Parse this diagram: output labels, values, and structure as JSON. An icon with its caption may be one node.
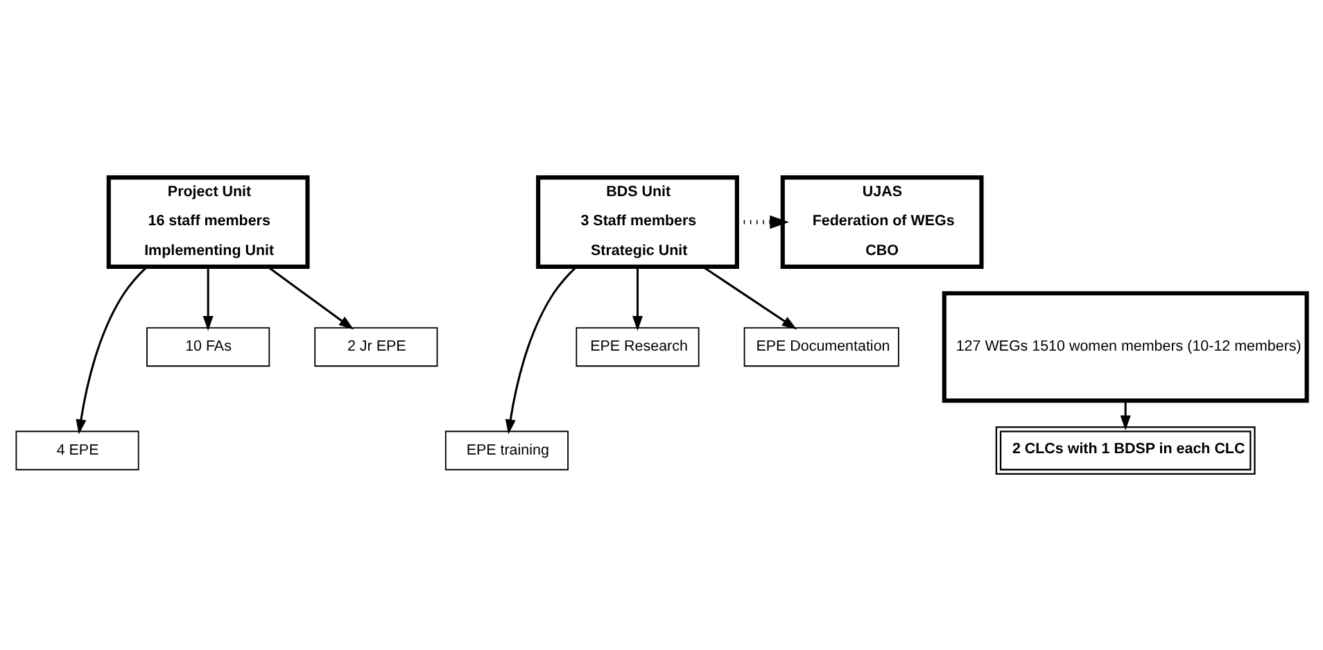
{
  "diagram": {
    "nodes": [
      {
        "text": [
          "Project Unit",
          "16 staff members",
          "Implementing Unit"
        ]
      },
      {
        "text": [
          "BDS Unit",
          "3 Staff members",
          "Strategic Unit"
        ]
      },
      {
        "text": [
          "UJAS",
          "Federation of WEGs",
          "CBO"
        ]
      },
      {
        "text": [
          "4 EPE"
        ]
      },
      {
        "text": [
          "10 FAs"
        ]
      },
      {
        "text": [
          "2 Jr EPE"
        ]
      },
      {
        "text": [
          "EPE training"
        ]
      },
      {
        "text": [
          "EPE Research"
        ]
      },
      {
        "text": [
          "EPE Documentation"
        ]
      },
      {
        "text": [
          "2 CLCs with 1 BDSP in each CLC"
        ]
      },
      {
        "text": [
          "127 WEGs 1510 women members (10-12 members)"
        ]
      }
    ],
    "edges": [
      {
        "from": 1,
        "to": 2,
        "arrow": "to",
        "style": "dashed"
      },
      {
        "from": 0,
        "to": 3,
        "arrow": "to"
      },
      {
        "from": 0,
        "to": 4,
        "arrow": "to"
      },
      {
        "from": 0,
        "to": 5,
        "arrow": "to"
      },
      {
        "from": 1,
        "to": 6,
        "arrow": "to"
      },
      {
        "from": 1,
        "to": 7,
        "arrow": "to"
      },
      {
        "from": 1,
        "to": 8,
        "arrow": "to"
      },
      {
        "from": 10,
        "to": 9,
        "arrow": "to"
      }
    ]
  }
}
